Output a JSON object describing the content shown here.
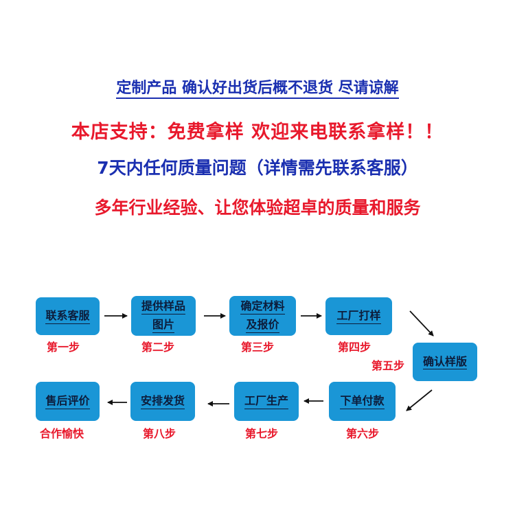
{
  "header": {
    "line1": "定制产品 确认好出货后概不退货 尽请谅解",
    "line2": "本店支持：免费拿样 欢迎来电联系拿样！！",
    "line3": "7天内任何质量问题（详情需先联系客服）",
    "line4": "多年行业经验、让您体验超卓的质量和服务"
  },
  "colors": {
    "blue_text": "#1a2fb0",
    "red_text": "#e8192c",
    "box_fill": "#1a96d6",
    "box_text": "#0d1c3a"
  },
  "flow": {
    "steps": [
      {
        "lines": [
          "联系客服"
        ],
        "label": "第一步"
      },
      {
        "lines": [
          "提供样品",
          "图片"
        ],
        "label": "第二步"
      },
      {
        "lines": [
          "确定材料",
          "及报价"
        ],
        "label": "第三步"
      },
      {
        "lines": [
          "工厂打样"
        ],
        "label": "第四步"
      },
      {
        "lines": [
          "确认样版"
        ],
        "label": "第五步"
      },
      {
        "lines": [
          "下单付款"
        ],
        "label": "第六步"
      },
      {
        "lines": [
          "工厂生产"
        ],
        "label": "第七步"
      },
      {
        "lines": [
          "安排发货"
        ],
        "label": "第八步"
      },
      {
        "lines": [
          "售后评价"
        ],
        "label": "合作愉快"
      }
    ]
  }
}
